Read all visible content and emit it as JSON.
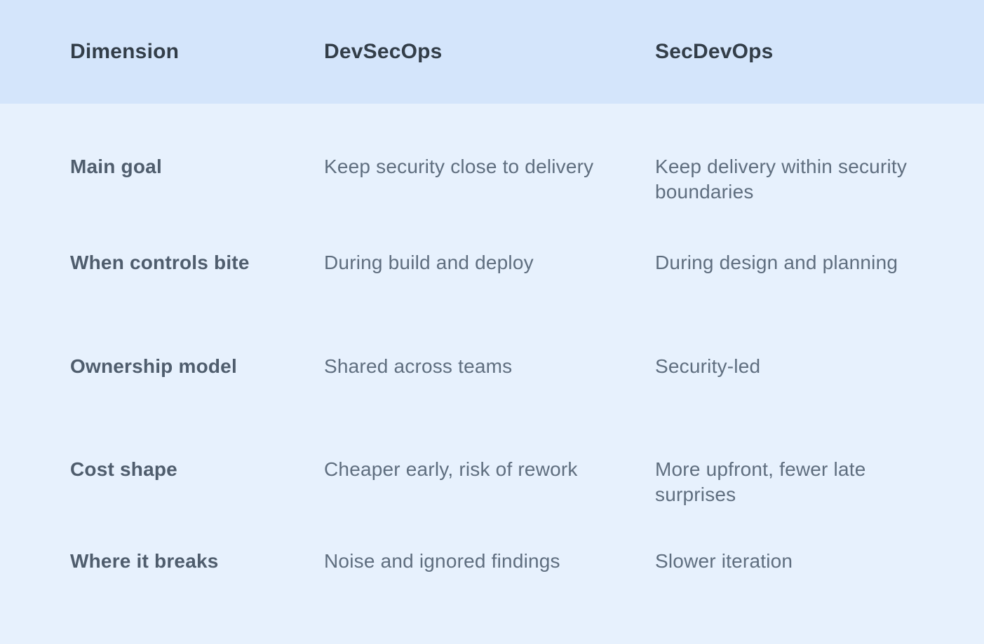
{
  "table": {
    "columns": {
      "dimension": "Dimension",
      "devsecops": "DevSecOps",
      "secdevops": "SecDevOps"
    },
    "rows": [
      {
        "dimension": "Main goal",
        "devsecops": "Keep security close to delivery",
        "secdevops": "Keep delivery within security boundaries"
      },
      {
        "dimension": "When controls bite",
        "devsecops": "During build and deploy",
        "secdevops": "During design and planning"
      },
      {
        "dimension": "Ownership model",
        "devsecops": "Shared across teams",
        "secdevops": "Security-led"
      },
      {
        "dimension": "Cost shape",
        "devsecops": "Cheaper early, risk of rework",
        "secdevops": "More upfront, fewer late surprises"
      },
      {
        "dimension": "Where it breaks",
        "devsecops": "Noise and ignored findings",
        "secdevops": "Slower iteration"
      }
    ]
  },
  "colors": {
    "header_bg": "#d4e5fb",
    "body_bg": "#e7f1fd",
    "header_text": "#333e49",
    "label_text": "#4f5d6d",
    "value_text": "#5f6e7f"
  }
}
